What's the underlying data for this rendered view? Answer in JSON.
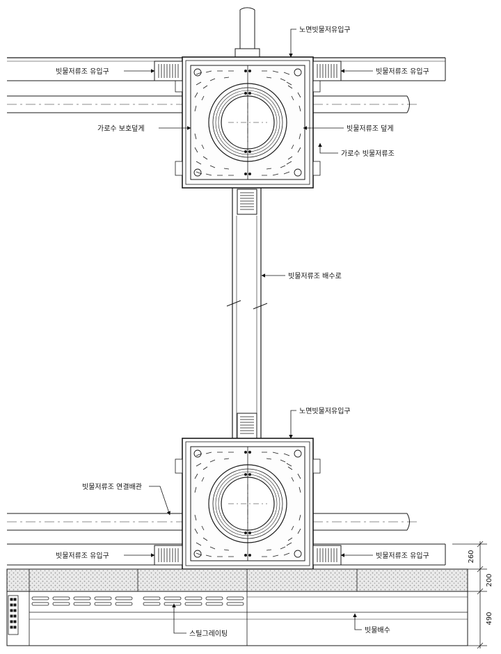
{
  "labels": {
    "road_inlet_top": "노면빗물저유입구",
    "road_inlet_bottom": "노면빗물저유입구",
    "tank_inlet_top_left": "빗물저류조 유입구",
    "tank_inlet_top_right": "빗물저류조 유입구",
    "tree_cover": "가로수 보호덮게",
    "tank_cover": "빗물저류조 덮게",
    "tree_tank": "가로수 빗물저류조",
    "drain_channel": "빗물저류조 배수로",
    "connect_pipe": "빗물저류조 연결배관",
    "tank_inlet_bottom_left": "빗물저류조 유입구",
    "tank_inlet_bottom_right": "빗물저류조 유입구",
    "steel_grating": "스틸그레이팅",
    "rain_drain": "빗물배수"
  },
  "dimensions": {
    "d1": "260",
    "d2": "200",
    "d3": "490"
  },
  "colors": {
    "line": "#1a1a1a",
    "hatch": "#cfcfcf",
    "paper": "#ffffff"
  }
}
